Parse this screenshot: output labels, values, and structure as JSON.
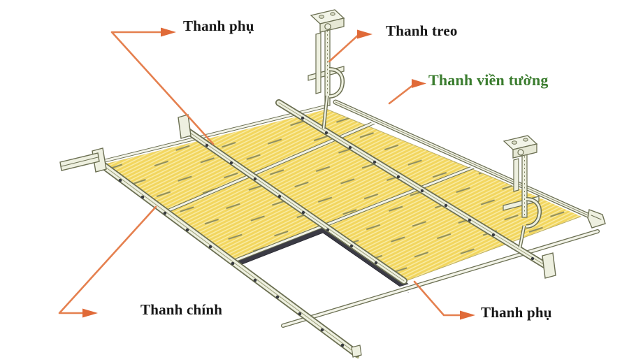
{
  "figure": {
    "type": "technical-diagram",
    "subject": "Suspended ceiling grid system, isometric cutaway",
    "background": "#ffffff",
    "labels": {
      "secondary_bar_top": "Thanh phụ",
      "hanger_rod": "Thanh treo",
      "wall_angle": "Thanh viền tường",
      "main_bar": "Thanh chính",
      "secondary_bar_bottom": "Thanh phụ"
    },
    "label_colors": {
      "default": "#171717",
      "wall_angle_label": "#3a7c2e"
    },
    "palette": {
      "arrow_orange": "#e5804f",
      "arrowhead_orange": "#e06a38",
      "tile_yellow": "#f2d65f",
      "tile_hatch": "#f9eca6",
      "tile_tick": "#83855b",
      "bar_fill": "#eef0e0",
      "bar_outline": "#6b6f52",
      "hole_dark": "#383b40",
      "missing_tile_edge": "#3b3b45"
    }
  }
}
